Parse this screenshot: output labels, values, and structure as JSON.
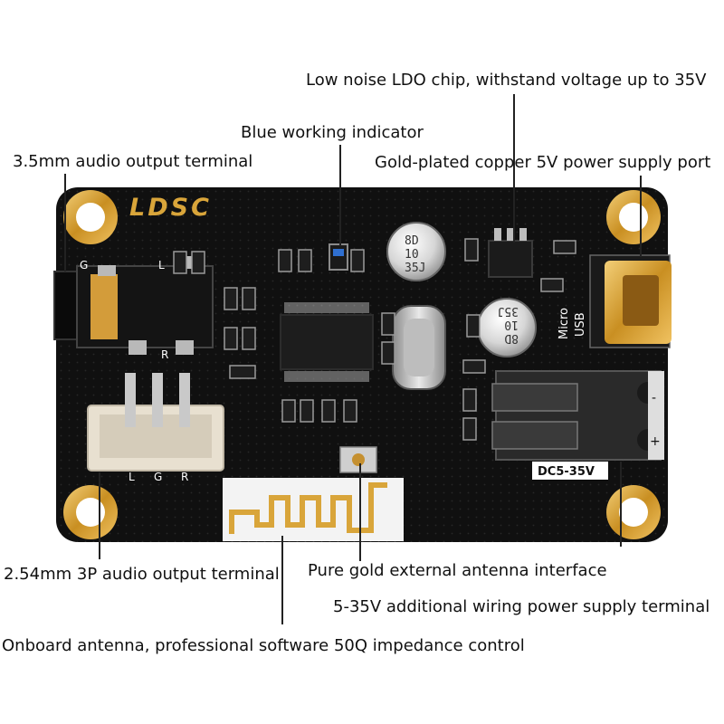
{
  "labels": {
    "ldo": "Low noise LDO chip, withstand voltage up to 35V",
    "blue_indicator": "Blue working indicator",
    "audio_35": "3.5mm audio output terminal",
    "usb_port": "Gold-plated copper 5V power supply port",
    "audio_3p": "2.54mm 3P audio output terminal",
    "antenna_interface": "Pure gold external antenna interface",
    "power_terminal": "5-35V additional wiring power supply terminal",
    "onboard_antenna": "Onboard antenna, professional software 50Q impedance control"
  },
  "silkscreen": {
    "logo": "LDSC",
    "jack_g": "G",
    "jack_l": "L",
    "jack_r": "R",
    "header_l": "L",
    "header_g": "G",
    "header_r": "R",
    "micro_usb_1": "Micro",
    "micro_usb_2": "USB",
    "dc_range": "DC5-35V",
    "minus": "-",
    "plus": "+",
    "cap1_line1": "8D",
    "cap1_line2": "10",
    "cap1_line3": "35J",
    "cap2_line1": "8D",
    "cap2_line2": "10",
    "cap2_line3": "35J"
  },
  "colors": {
    "pcb": "#121212",
    "gold": "#d9a53a",
    "header_body": "#e8e0d0",
    "terminal_body": "#2a2a2a"
  }
}
